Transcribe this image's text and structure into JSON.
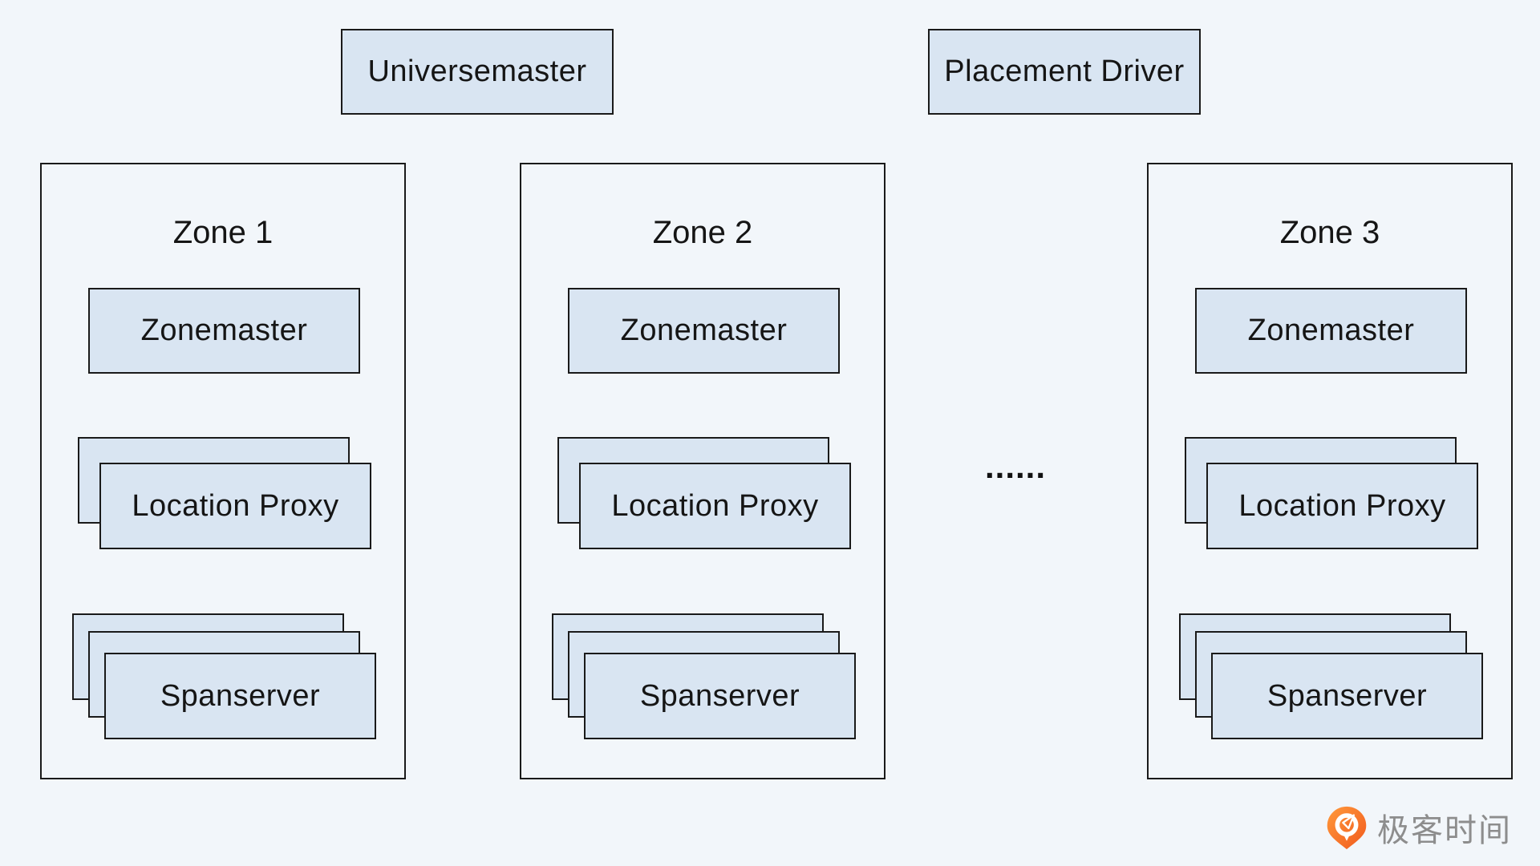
{
  "diagram": {
    "top_boxes": [
      {
        "label": "Universemaster"
      },
      {
        "label": "Placement Driver"
      }
    ],
    "zones": [
      {
        "title": "Zone 1",
        "zonemaster": "Zonemaster",
        "location_proxy": "Location Proxy",
        "spanserver": "Spanserver"
      },
      {
        "title": "Zone 2",
        "zonemaster": "Zonemaster",
        "location_proxy": "Location Proxy",
        "spanserver": "Spanserver"
      },
      {
        "title": "Zone 3",
        "zonemaster": "Zonemaster",
        "location_proxy": "Location Proxy",
        "spanserver": "Spanserver"
      }
    ],
    "ellipsis": "......"
  },
  "watermark": {
    "brand": "极客时间"
  },
  "colors": {
    "background": "#f2f6fa",
    "box_fill": "#d9e5f2",
    "box_border": "#1a1a1a",
    "text": "#151515",
    "brand_orange": "#f1591d",
    "brand_orange_light": "#ff9a3c",
    "brand_gray": "#8d8d8d"
  }
}
